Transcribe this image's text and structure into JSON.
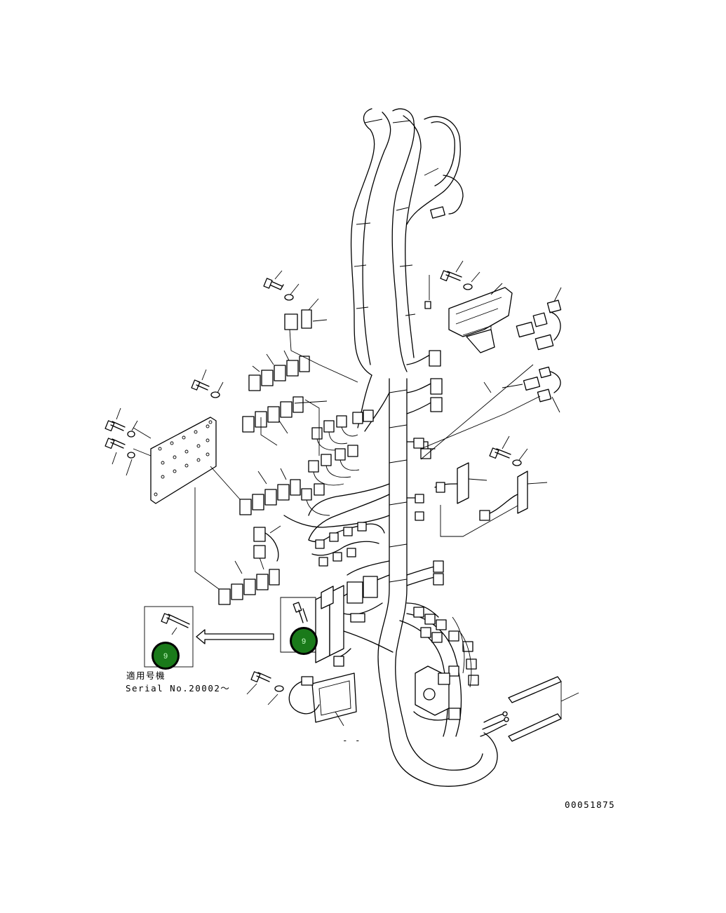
{
  "diagram": {
    "drawing_number": "00051875",
    "applicability_label": "適用号機",
    "serial_label": "Serial No.20002～",
    "bottom_mark": "- -",
    "colors": {
      "line": "#000000",
      "background": "#ffffff",
      "hotspot_fill": "#1a7a1a",
      "hotspot_ring": "#000000"
    },
    "hotspots": [
      {
        "label": "9"
      },
      {
        "label": "9"
      }
    ]
  }
}
